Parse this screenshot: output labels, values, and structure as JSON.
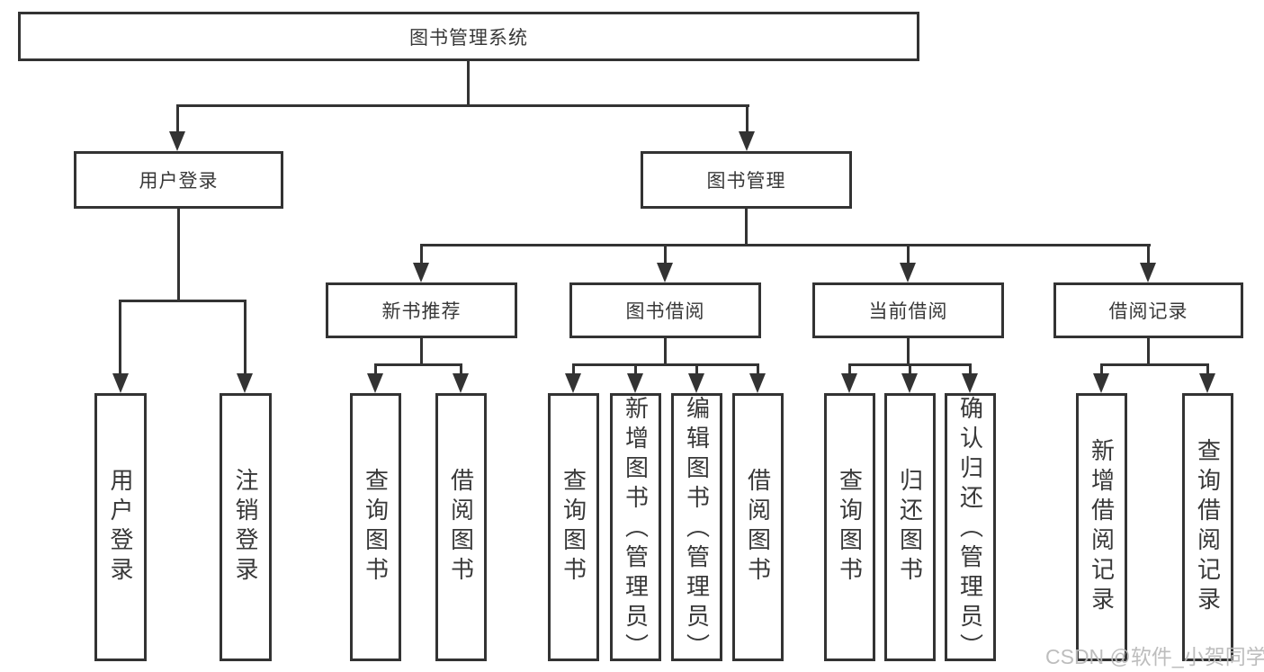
{
  "diagram": {
    "title_node": {
      "label": "图书管理系统"
    },
    "level2": [
      {
        "label": "用户登录"
      },
      {
        "label": "图书管理"
      }
    ],
    "level3": [
      {
        "label": "新书推荐"
      },
      {
        "label": "图书借阅"
      },
      {
        "label": "当前借阅"
      },
      {
        "label": "借阅记录"
      }
    ],
    "leaves": {
      "user_login_group": [
        {
          "label": "用户登录"
        },
        {
          "label": "注销登录"
        }
      ],
      "new_book_group": [
        {
          "label": "查询图书"
        },
        {
          "label": "借阅图书"
        }
      ],
      "book_borrow_group": [
        {
          "label": "查询图书"
        },
        {
          "label": "新增图书（管理员）"
        },
        {
          "label": "编辑图书（管理员）"
        },
        {
          "label": "借阅图书"
        }
      ],
      "current_borrow_group": [
        {
          "label": "查询图书"
        },
        {
          "label": "归还图书"
        },
        {
          "label": "确认归还（管理员）"
        }
      ],
      "borrow_record_group": [
        {
          "label": "新增借阅记录"
        },
        {
          "label": "查询借阅记录"
        }
      ]
    },
    "colors": {
      "line": "#333333",
      "text": "#383838",
      "watermark": "#b9b9b9",
      "background": "#ffffff"
    }
  },
  "watermark": {
    "text": "CSDN @软件_小贺同学"
  }
}
